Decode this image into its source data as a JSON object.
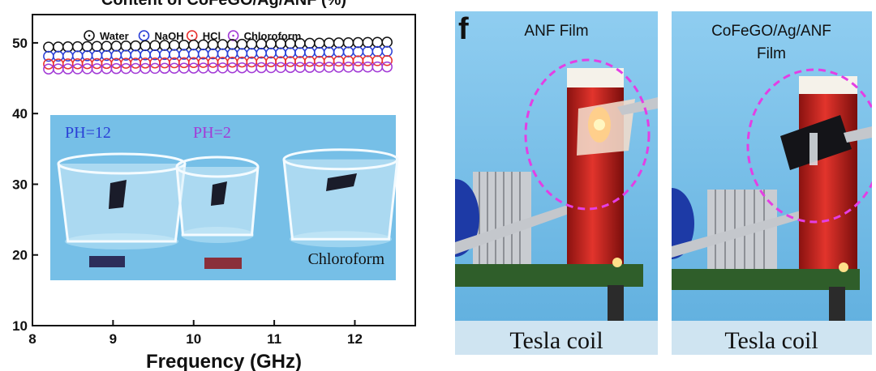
{
  "chart_data": {
    "type": "scatter",
    "title": "Content of CoFeGO/Ag/ANF (%)",
    "xlabel": "Frequency (GHz)",
    "ylabel": "",
    "xlim": [
      8.0,
      12.75
    ],
    "ylim": [
      10,
      54
    ],
    "xticks": [
      8,
      9,
      10,
      11,
      12
    ],
    "yticks": [
      10,
      20,
      30,
      40,
      50
    ],
    "legend_position": "top",
    "series": [
      {
        "name": "Water",
        "color": "#111111",
        "x_start": 8.2,
        "x_end": 12.4,
        "count": 36,
        "y_start": 49.4,
        "y_end": 50.1
      },
      {
        "name": "NaOH",
        "color": "#2a3fd6",
        "x_start": 8.2,
        "x_end": 12.4,
        "count": 36,
        "y_start": 48.1,
        "y_end": 48.8
      },
      {
        "name": "HCl",
        "color": "#e8312e",
        "x_start": 8.2,
        "x_end": 12.4,
        "count": 36,
        "y_start": 47.0,
        "y_end": 47.5
      },
      {
        "name": "Chloroform",
        "color": "#a23ad6",
        "x_start": 8.2,
        "x_end": 12.4,
        "count": 36,
        "y_start": 46.3,
        "y_end": 46.6
      }
    ],
    "inset": {
      "labels": [
        "PH=12",
        "PH=2",
        "Chloroform"
      ],
      "label_colors": [
        "#2a3fd6",
        "#a23ad6",
        "#111111"
      ]
    }
  },
  "photos": {
    "panel_letter": "f",
    "left_caption": "ANF Film",
    "right_caption_line1": "CoFeGO/Ag/ANF",
    "right_caption_line2": "Film",
    "left_bottom_label": "Tesla coil",
    "right_bottom_label": "Tesla coil"
  },
  "colors": {
    "sky": "#7ec3ea",
    "coil": "#c8201c",
    "highlight": "#e43ee4"
  }
}
